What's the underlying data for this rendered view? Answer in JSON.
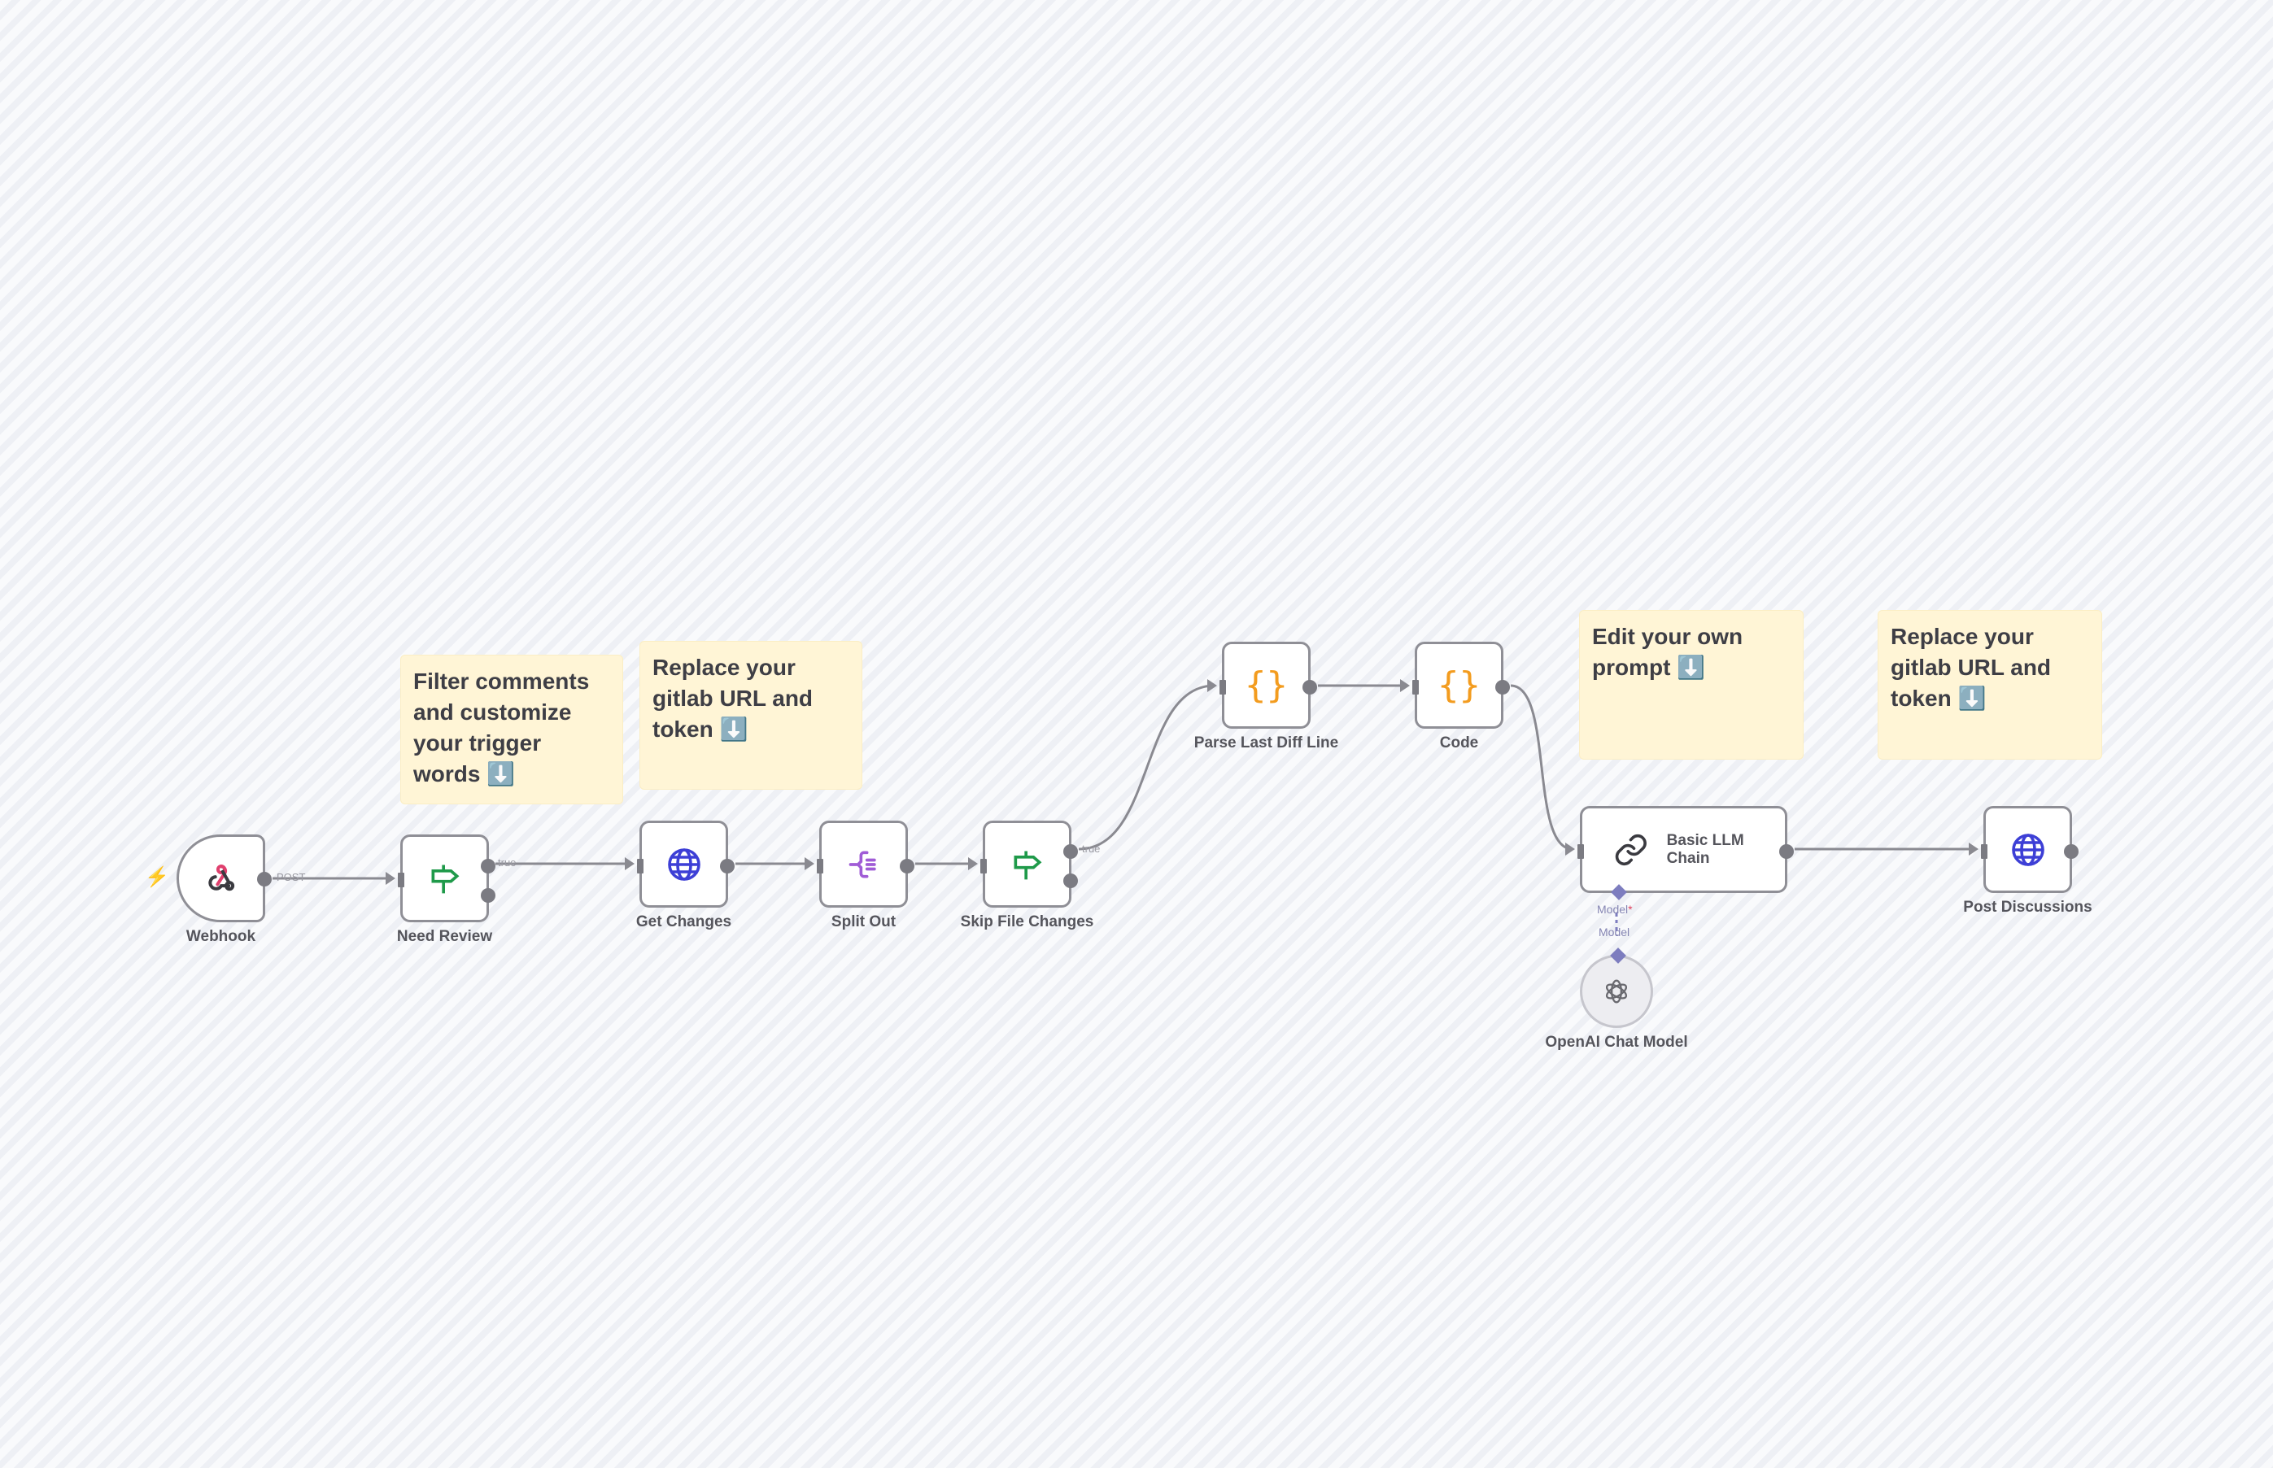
{
  "canvas": {
    "background": "#f7f8fb"
  },
  "sticky_notes": [
    {
      "id": "note-filter",
      "text": "Filter comments and customize your trigger words ⬇️"
    },
    {
      "id": "note-gitlab-1",
      "text": "Replace your gitlab URL and token ⬇️"
    },
    {
      "id": "note-prompt",
      "text": "Edit your own prompt ⬇️"
    },
    {
      "id": "note-gitlab-2",
      "text": "Replace your gitlab URL and token ⬇️"
    }
  ],
  "nodes": [
    {
      "id": "webhook",
      "label": "Webhook",
      "icon": "webhook-icon",
      "type": "trigger"
    },
    {
      "id": "need-review",
      "label": "Need Review",
      "icon": "signpost-icon",
      "type": "if"
    },
    {
      "id": "get-changes",
      "label": "Get Changes",
      "icon": "globe-icon",
      "type": "http"
    },
    {
      "id": "split-out",
      "label": "Split Out",
      "icon": "split-icon",
      "type": "split"
    },
    {
      "id": "skip-file-changes",
      "label": "Skip File Changes",
      "icon": "signpost-icon",
      "type": "if"
    },
    {
      "id": "parse-last-diff-line",
      "label": "Parse Last Diff Line",
      "icon": "code-braces-icon",
      "type": "code"
    },
    {
      "id": "code",
      "label": "Code",
      "icon": "code-braces-icon",
      "type": "code"
    },
    {
      "id": "basic-llm-chain",
      "label": "Basic LLM Chain",
      "icon": "link-icon",
      "type": "chain"
    },
    {
      "id": "openai-chat-model",
      "label": "OpenAI Chat Model",
      "icon": "openai-icon",
      "type": "model"
    },
    {
      "id": "post-discussions",
      "label": "Post Discussions",
      "icon": "globe-icon",
      "type": "http"
    }
  ],
  "edges": [
    {
      "from": "webhook",
      "to": "need-review",
      "label": "POST"
    },
    {
      "from": "need-review",
      "to": "get-changes",
      "label": "true"
    },
    {
      "from": "get-changes",
      "to": "split-out",
      "label": ""
    },
    {
      "from": "split-out",
      "to": "skip-file-changes",
      "label": ""
    },
    {
      "from": "skip-file-changes",
      "to": "parse-last-diff-line",
      "label": "true"
    },
    {
      "from": "parse-last-diff-line",
      "to": "code",
      "label": ""
    },
    {
      "from": "code",
      "to": "basic-llm-chain",
      "label": ""
    },
    {
      "from": "basic-llm-chain",
      "to": "post-discussions",
      "label": ""
    },
    {
      "from": "openai-chat-model",
      "to": "basic-llm-chain",
      "label": "Model"
    }
  ],
  "sub_ports": {
    "chain_model_label": "Model",
    "chain_model_required": "*",
    "model_output_label": "Model"
  },
  "colors": {
    "webhook_pink": "#e0406e",
    "webhook_dark": "#3a3a40",
    "if_green": "#1f9a4a",
    "http_blue": "#3d3fd6",
    "split_purple": "#a05cd6",
    "code_orange": "#f39c1f",
    "model_purple": "#7d7dbf",
    "trigger_red": "#ff6b4a"
  }
}
